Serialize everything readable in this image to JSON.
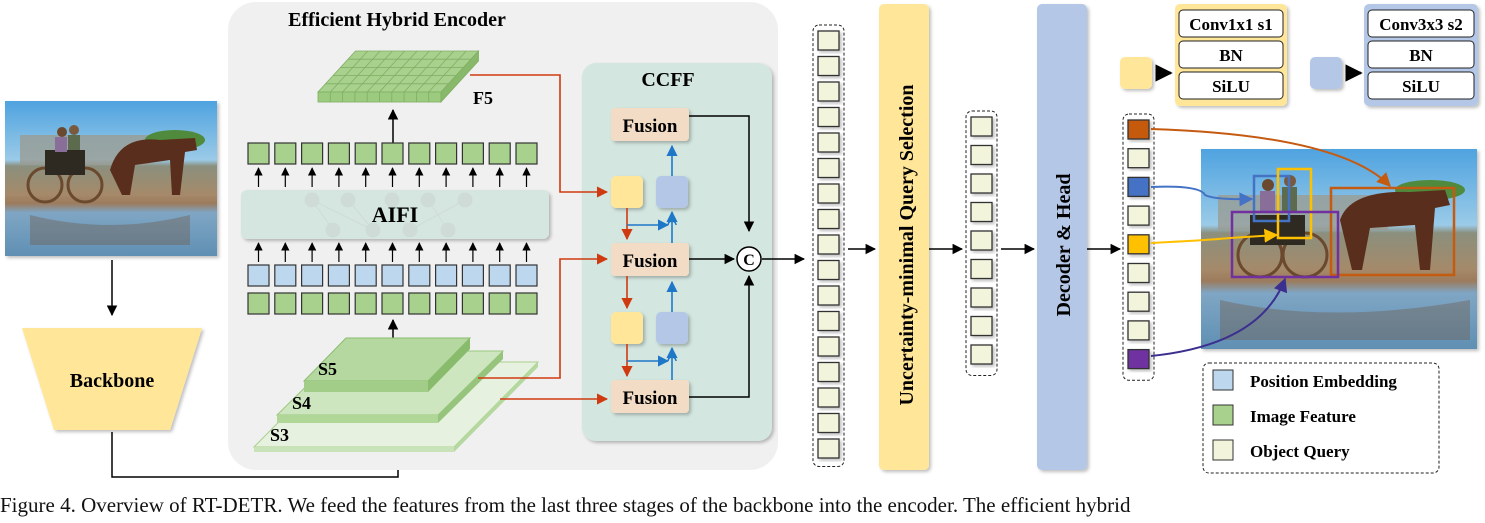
{
  "encoder": {
    "title": "Efficient Hybrid Encoder",
    "f5_label": "F5",
    "aifi_label": "AIFI",
    "s5_label": "S5",
    "s4_label": "S4",
    "s3_label": "S3"
  },
  "ccff": {
    "title": "CCFF",
    "fusion_labels": [
      "Fusion",
      "Fusion",
      "Fusion"
    ],
    "concat_label": "C"
  },
  "backbone": {
    "label": "Backbone"
  },
  "query_selection": {
    "label": "Uncertainty-minimal Query Selection"
  },
  "decoder": {
    "label": "Decoder & Head"
  },
  "legend_blocks": {
    "yellow_block": [
      "Conv1x1 s1",
      "BN",
      "SiLU"
    ],
    "blue_block": [
      "Conv3x3 s2",
      "BN",
      "SiLU"
    ]
  },
  "legend": {
    "items": [
      {
        "label": "Position Embedding",
        "color": "#bdd7ee"
      },
      {
        "label": "Image Feature",
        "color": "#a9d18e"
      },
      {
        "label": "Object Query",
        "color": "#f2f5dc"
      }
    ]
  },
  "colors": {
    "image_feature": "#a9d18e",
    "position_embedding": "#bdd7ee",
    "object_query": "#f2f5dc",
    "encoder_bg": "#f0f0f0",
    "ccff_bg": "#d3e6df",
    "fusion_bg": "#f3dcc6",
    "yellow": "#ffe699",
    "blue": "#b4c7e7",
    "red_arrow": "#d03a10",
    "blue_arrow": "#1f77c8",
    "box_orange": "#c55a11",
    "box_blue": "#4472c4",
    "box_yellow": "#ffc000",
    "box_purple": "#7030a0"
  },
  "caption": "Figure 4. Overview of RT-DETR. We feed the features from the last three stages of the backbone into the encoder. The efficient hybrid"
}
